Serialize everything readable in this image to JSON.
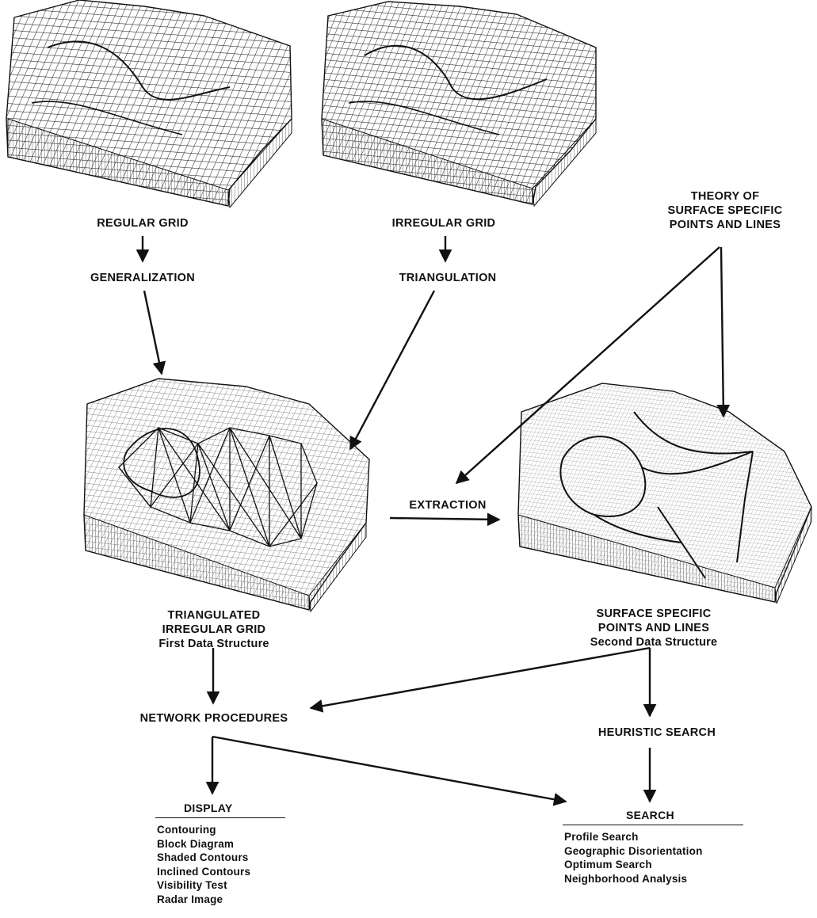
{
  "labels": {
    "regular_grid": "REGULAR GRID",
    "generalization": "GENERALIZATION",
    "irregular_grid": "IRREGULAR GRID",
    "triangulation": "TRIANGULATION",
    "theory": [
      "THEORY OF",
      "SURFACE SPECIFIC",
      "POINTS AND LINES"
    ],
    "extraction": "EXTRACTION",
    "tin": [
      "TRIANGULATED",
      "IRREGULAR GRID",
      "First Data Structure"
    ],
    "ssp": [
      "SURFACE SPECIFIC",
      "POINTS AND LINES",
      "Second Data Structure"
    ],
    "network_procedures": "NETWORK PROCEDURES",
    "heuristic_search": "HEURISTIC SEARCH"
  },
  "display": {
    "title": "DISPLAY",
    "items": [
      "Contouring",
      "Block Diagram",
      "Shaded Contours",
      "Inclined Contours",
      "Visibility Test",
      "Radar Image"
    ]
  },
  "search": {
    "title": "SEARCH",
    "items": [
      "Profile Search",
      "Geographic Disorientation",
      "Optimum Search",
      "Neighborhood Analysis"
    ]
  }
}
